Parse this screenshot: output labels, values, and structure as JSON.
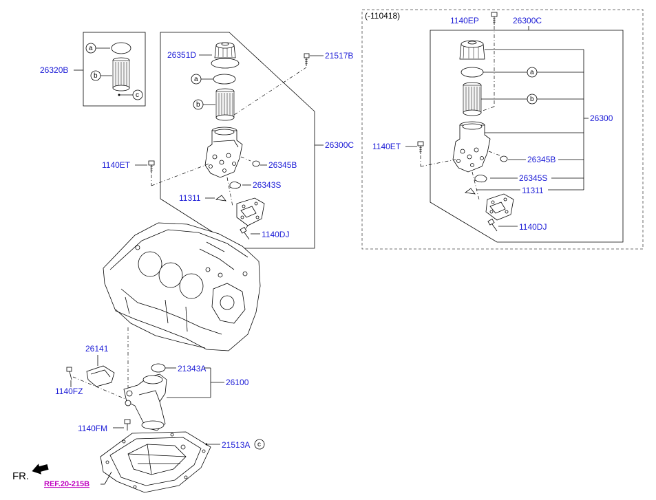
{
  "variant_note": "(-110418)",
  "labels": {
    "p26320B": "26320B",
    "p26351D": "26351D",
    "p21517B": "21517B",
    "p26300C_left": "26300C",
    "p1140ET_left": "1140ET",
    "p26345B_left": "26345B",
    "p26343S": "26343S",
    "p11311_left": "11311",
    "p1140DJ_left": "1140DJ",
    "p1140EP": "1140EP",
    "p26300C_right": "26300C",
    "p26300": "26300",
    "p1140ET_right": "1140ET",
    "p26345B_right": "26345B",
    "p26345S": "26345S",
    "p11311_right": "11311",
    "p1140DJ_right": "1140DJ",
    "p26141": "26141",
    "p1140FZ": "1140FZ",
    "p21343A": "21343A",
    "p26100": "26100",
    "p1140FM": "1140FM",
    "p21513A": "21513A"
  },
  "callouts": {
    "a": "a",
    "b": "b",
    "c": "c"
  },
  "ref_link": "REF.20-215B",
  "front_marker": "FR.",
  "colors": {
    "part_number": "#1a1ad6",
    "reference": "#c000c0",
    "line": "#000000"
  }
}
